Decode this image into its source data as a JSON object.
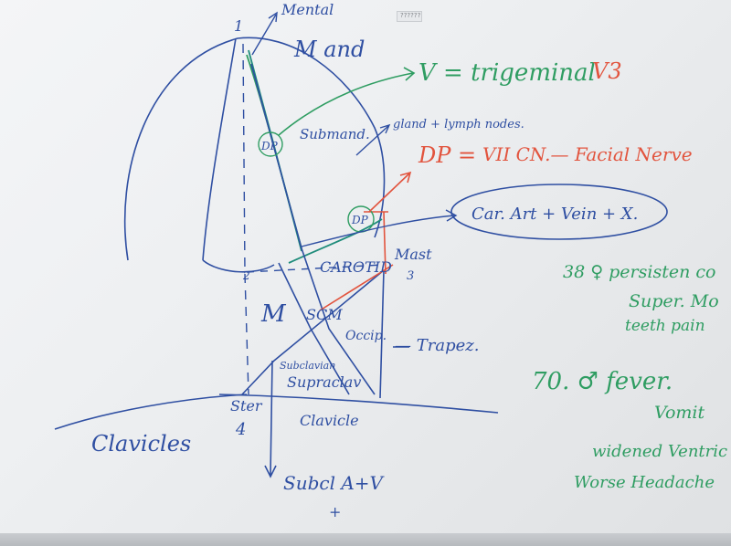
{
  "board": {
    "sticker_text": "??????"
  },
  "labels": {
    "mental": "Mental",
    "mand": "M and",
    "trigeminal": "V = trigeminal",
    "v3": "V3",
    "submand": "Submand.",
    "gland_lymph": "gland + lymph nodes.",
    "dp_equals": "DP =",
    "facial_nerve": "VII CN.— Facial Nerve",
    "dp_upper": "DP",
    "dp_lower": "DP",
    "car_art": "Car. Art + Vein + X.",
    "carotid": "CAROTID",
    "mast": "Mast",
    "num_1": "1",
    "num_2": "2",
    "num_3": "3",
    "m_lower": "M",
    "scm": "SCM",
    "occip": "Occip.",
    "trapez": "— Trapez.",
    "subclavian": "Subclavian",
    "supraclav": "Supraclav",
    "ster": "Ster",
    "num_4": "4",
    "clavicle": "Clavicle",
    "clavicles": "Clavicles",
    "subcl_av": "Subcl A+V",
    "plus": "+"
  },
  "notes": {
    "line1": "38 ♀  persisten co",
    "line2": "Super. Mo",
    "line3": "teeth pain",
    "line4": "70. ♂  fever.",
    "line5": "Vomit",
    "line6": "widened Ventric",
    "line7": "Worse Headache"
  },
  "colors": {
    "board": "#eef0f2",
    "blue_marker": "#2f4fa2",
    "green_marker": "#2f9d62",
    "red_marker": "#e2543e"
  }
}
